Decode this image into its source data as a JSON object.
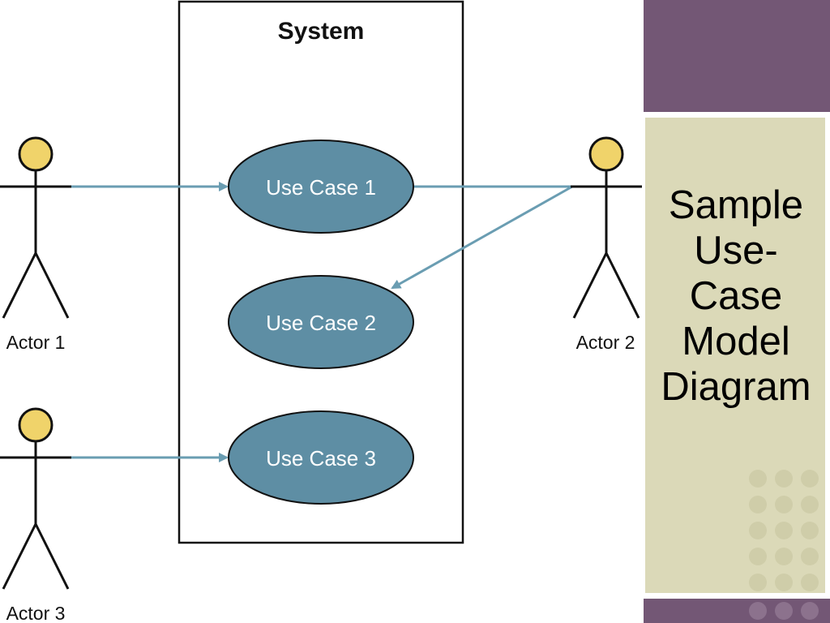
{
  "slide": {
    "title_lines": [
      "Sample",
      "Use-",
      "Case",
      "Model",
      "Diagram"
    ]
  },
  "diagram": {
    "system_label": "System",
    "actors": [
      {
        "id": "actor1",
        "label": "Actor 1"
      },
      {
        "id": "actor2",
        "label": "Actor 2"
      },
      {
        "id": "actor3",
        "label": "Actor 3"
      }
    ],
    "use_cases": [
      {
        "id": "uc1",
        "label": "Use Case 1"
      },
      {
        "id": "uc2",
        "label": "Use Case 2"
      },
      {
        "id": "uc3",
        "label": "Use Case 3"
      }
    ],
    "associations": [
      {
        "from": "actor1",
        "to": "uc1",
        "arrow": true
      },
      {
        "from": "actor2",
        "to": "uc1",
        "arrow": false
      },
      {
        "from": "actor2",
        "to": "uc2",
        "arrow": true
      },
      {
        "from": "actor3",
        "to": "uc3",
        "arrow": true
      }
    ]
  },
  "colors": {
    "accent_purple": "#735775",
    "panel_beige": "#DBD9B8",
    "use_case_fill": "#5E8EA4",
    "connector": "#6A9DB2",
    "actor_head": "#F0D36A",
    "dot_light": "#CFCDA9",
    "dot_on_purple": "#8C728D"
  }
}
